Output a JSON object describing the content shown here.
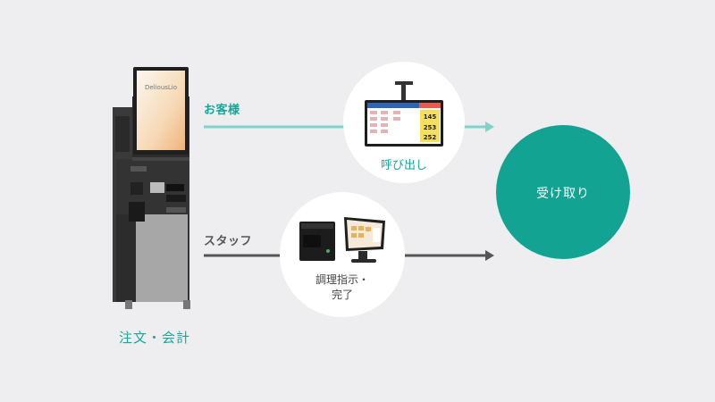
{
  "customer_flow": {
    "label": "お客様"
  },
  "staff_flow": {
    "label": "スタッフ"
  },
  "kiosk": {
    "screen_logo": "DeliousLio",
    "caption": "注文・会計"
  },
  "call_display": {
    "caption": "呼び出し",
    "numbers": [
      "145",
      "253",
      "252"
    ]
  },
  "kitchen_station": {
    "caption_line1": "調理指示・",
    "caption_line2": "完了"
  },
  "pickup": {
    "caption": "受け取り"
  },
  "colors": {
    "accent": "#17a79a",
    "pickup_circle": "#13a393",
    "staff_line": "#555555",
    "customer_line": "#7fd3c8",
    "background": "#eeeef0"
  }
}
